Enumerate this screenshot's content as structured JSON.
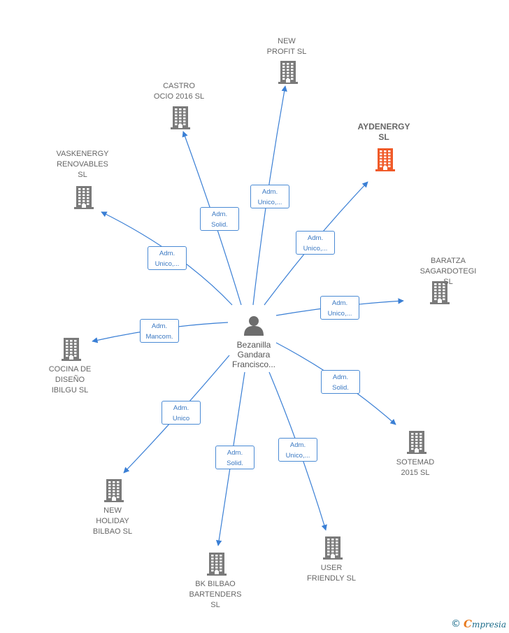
{
  "center": {
    "name": "Bezanilla\nGandara\nFrancisco..."
  },
  "colors": {
    "edge": "#3a7fd5",
    "building": "#7a7a7a",
    "highlight": "#f05a28"
  },
  "nodes": [
    {
      "id": "new-profit",
      "label": "NEW\nPROFIT  SL",
      "highlight": false,
      "edge_label": "Adm.\nUnico,..."
    },
    {
      "id": "castro-ocio",
      "label": "CASTRO\nOCIO 2016  SL",
      "highlight": false,
      "edge_label": "Adm.\nSolid."
    },
    {
      "id": "aydenergy",
      "label": "AYDENERGY\nSL",
      "highlight": true,
      "edge_label": "Adm.\nUnico,..."
    },
    {
      "id": "vaskenergy",
      "label": "VASKENERGY\nRENOVABLES\nSL",
      "highlight": false,
      "edge_label": "Adm.\nUnico,..."
    },
    {
      "id": "baratza",
      "label": "BARATZA\nSAGARDOTEGI SL",
      "highlight": false,
      "edge_label": "Adm.\nUnico,..."
    },
    {
      "id": "cocina",
      "label": "COCINA DE\nDISEÑO\nIBILGU SL",
      "highlight": false,
      "edge_label": "Adm.\nMancom."
    },
    {
      "id": "sotemad",
      "label": "SOTEMAD\n2015  SL",
      "highlight": false,
      "edge_label": "Adm.\nSolid."
    },
    {
      "id": "new-holiday",
      "label": "NEW\nHOLIDAY\nBILBAO SL",
      "highlight": false,
      "edge_label": "Adm.\nUnico"
    },
    {
      "id": "bk-bilbao",
      "label": "BK BILBAO\nBARTENDERS\nSL",
      "highlight": false,
      "edge_label": "Adm.\nSolid."
    },
    {
      "id": "user-friendly",
      "label": "USER\nFRIENDLY  SL",
      "highlight": false,
      "edge_label": "Adm.\nUnico,..."
    }
  ],
  "footer": {
    "copyright": "©",
    "brand_initial": "C",
    "brand_rest": "mpresia"
  }
}
